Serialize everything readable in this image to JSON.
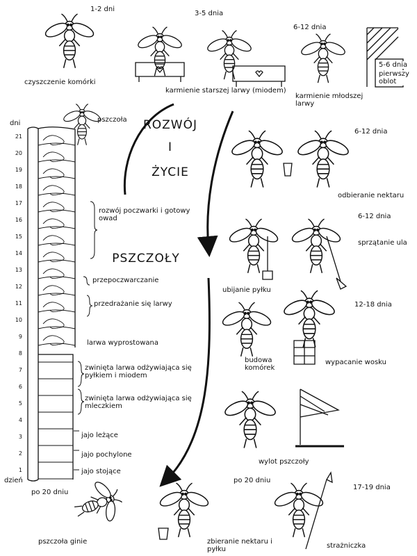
{
  "title": {
    "line1": "ROZWÓJ",
    "line2": "I",
    "line3": "ŻYCIE",
    "line4": "PSZCZOŁY"
  },
  "axis": {
    "days_top": "dni",
    "days_bottom": "dzień",
    "day_numbers": [
      "21",
      "20",
      "19",
      "18",
      "17",
      "16",
      "15",
      "14",
      "13",
      "12",
      "11",
      "10",
      "9",
      "8",
      "7",
      "6",
      "5",
      "4",
      "3",
      "2",
      "1"
    ]
  },
  "development": {
    "pszczola": "pszczoła",
    "poczwarka": "rozwój poczwarki i gotowy owad",
    "przepoczwarczanie": "przepoczwarczanie",
    "przedrazanie": "przedrażanie się larwy",
    "larwa_wyprostowana": "larwa wyprostowana",
    "larwa_pylek": "zwinięta larwa odżywiająca się pyłkiem i miodem",
    "larwa_mleczko": "zwinięta larwa odżywiająca się mleczkiem",
    "jajo_lezace": "jajo leżące",
    "jajo_pochylone": "jajo pochylone",
    "jajo_stojace": "jajo stojące"
  },
  "stages": {
    "s1": {
      "days": "1-2 dni",
      "label": "czyszczenie komórki"
    },
    "s2": {
      "days": "3-5 dnia",
      "label": "karmienie starszej larwy (miodem)"
    },
    "s3": {
      "days": "6-12 dnia",
      "label": "karmienie młodszej larwy"
    },
    "s4": {
      "days": "5-6 dnia",
      "label": "pierwszy oblot"
    },
    "s5": {
      "days": "6-12 dnia",
      "label": "odbieranie nektaru"
    },
    "s6": {
      "days": "6-12 dnia",
      "label": "sprzątanie ula"
    },
    "s7": {
      "label": "ubijanie pyłku"
    },
    "s8": {
      "days": "12-18 dnia",
      "label": "wypacanie wosku"
    },
    "s9": {
      "label": "budowa komórek"
    },
    "s10": {
      "label": "wylot pszczoły"
    },
    "s11": {
      "days": "po 20 dniu",
      "label": "zbieranie nektaru i pyłku"
    },
    "s12": {
      "days": "17-19 dnia",
      "label": "strażniczka"
    },
    "s13": {
      "days": "po 20 dniu",
      "label": "pszczoła ginie"
    }
  }
}
